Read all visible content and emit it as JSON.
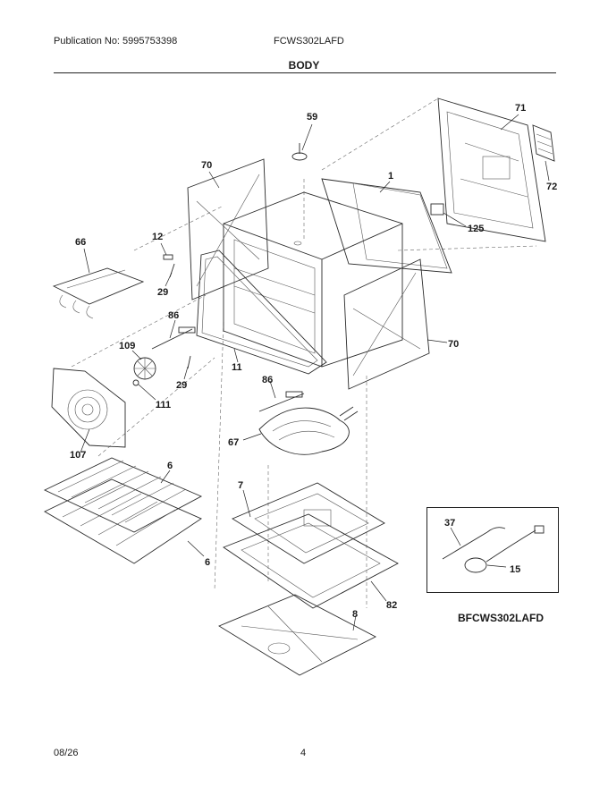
{
  "header": {
    "publication": "Publication No: 5995753398",
    "model": "FCWS302LAFD",
    "section": "BODY"
  },
  "callouts": [
    "59",
    "71",
    "70",
    "1",
    "72",
    "125",
    "66",
    "12",
    "29",
    "86",
    "109",
    "29",
    "111",
    "11",
    "70",
    "86",
    "67",
    "107",
    "6",
    "6",
    "7",
    "82",
    "8",
    "37",
    "15"
  ],
  "inset_title": "BFCWS302LAFD",
  "footer": {
    "date": "08/26",
    "page": "4"
  }
}
